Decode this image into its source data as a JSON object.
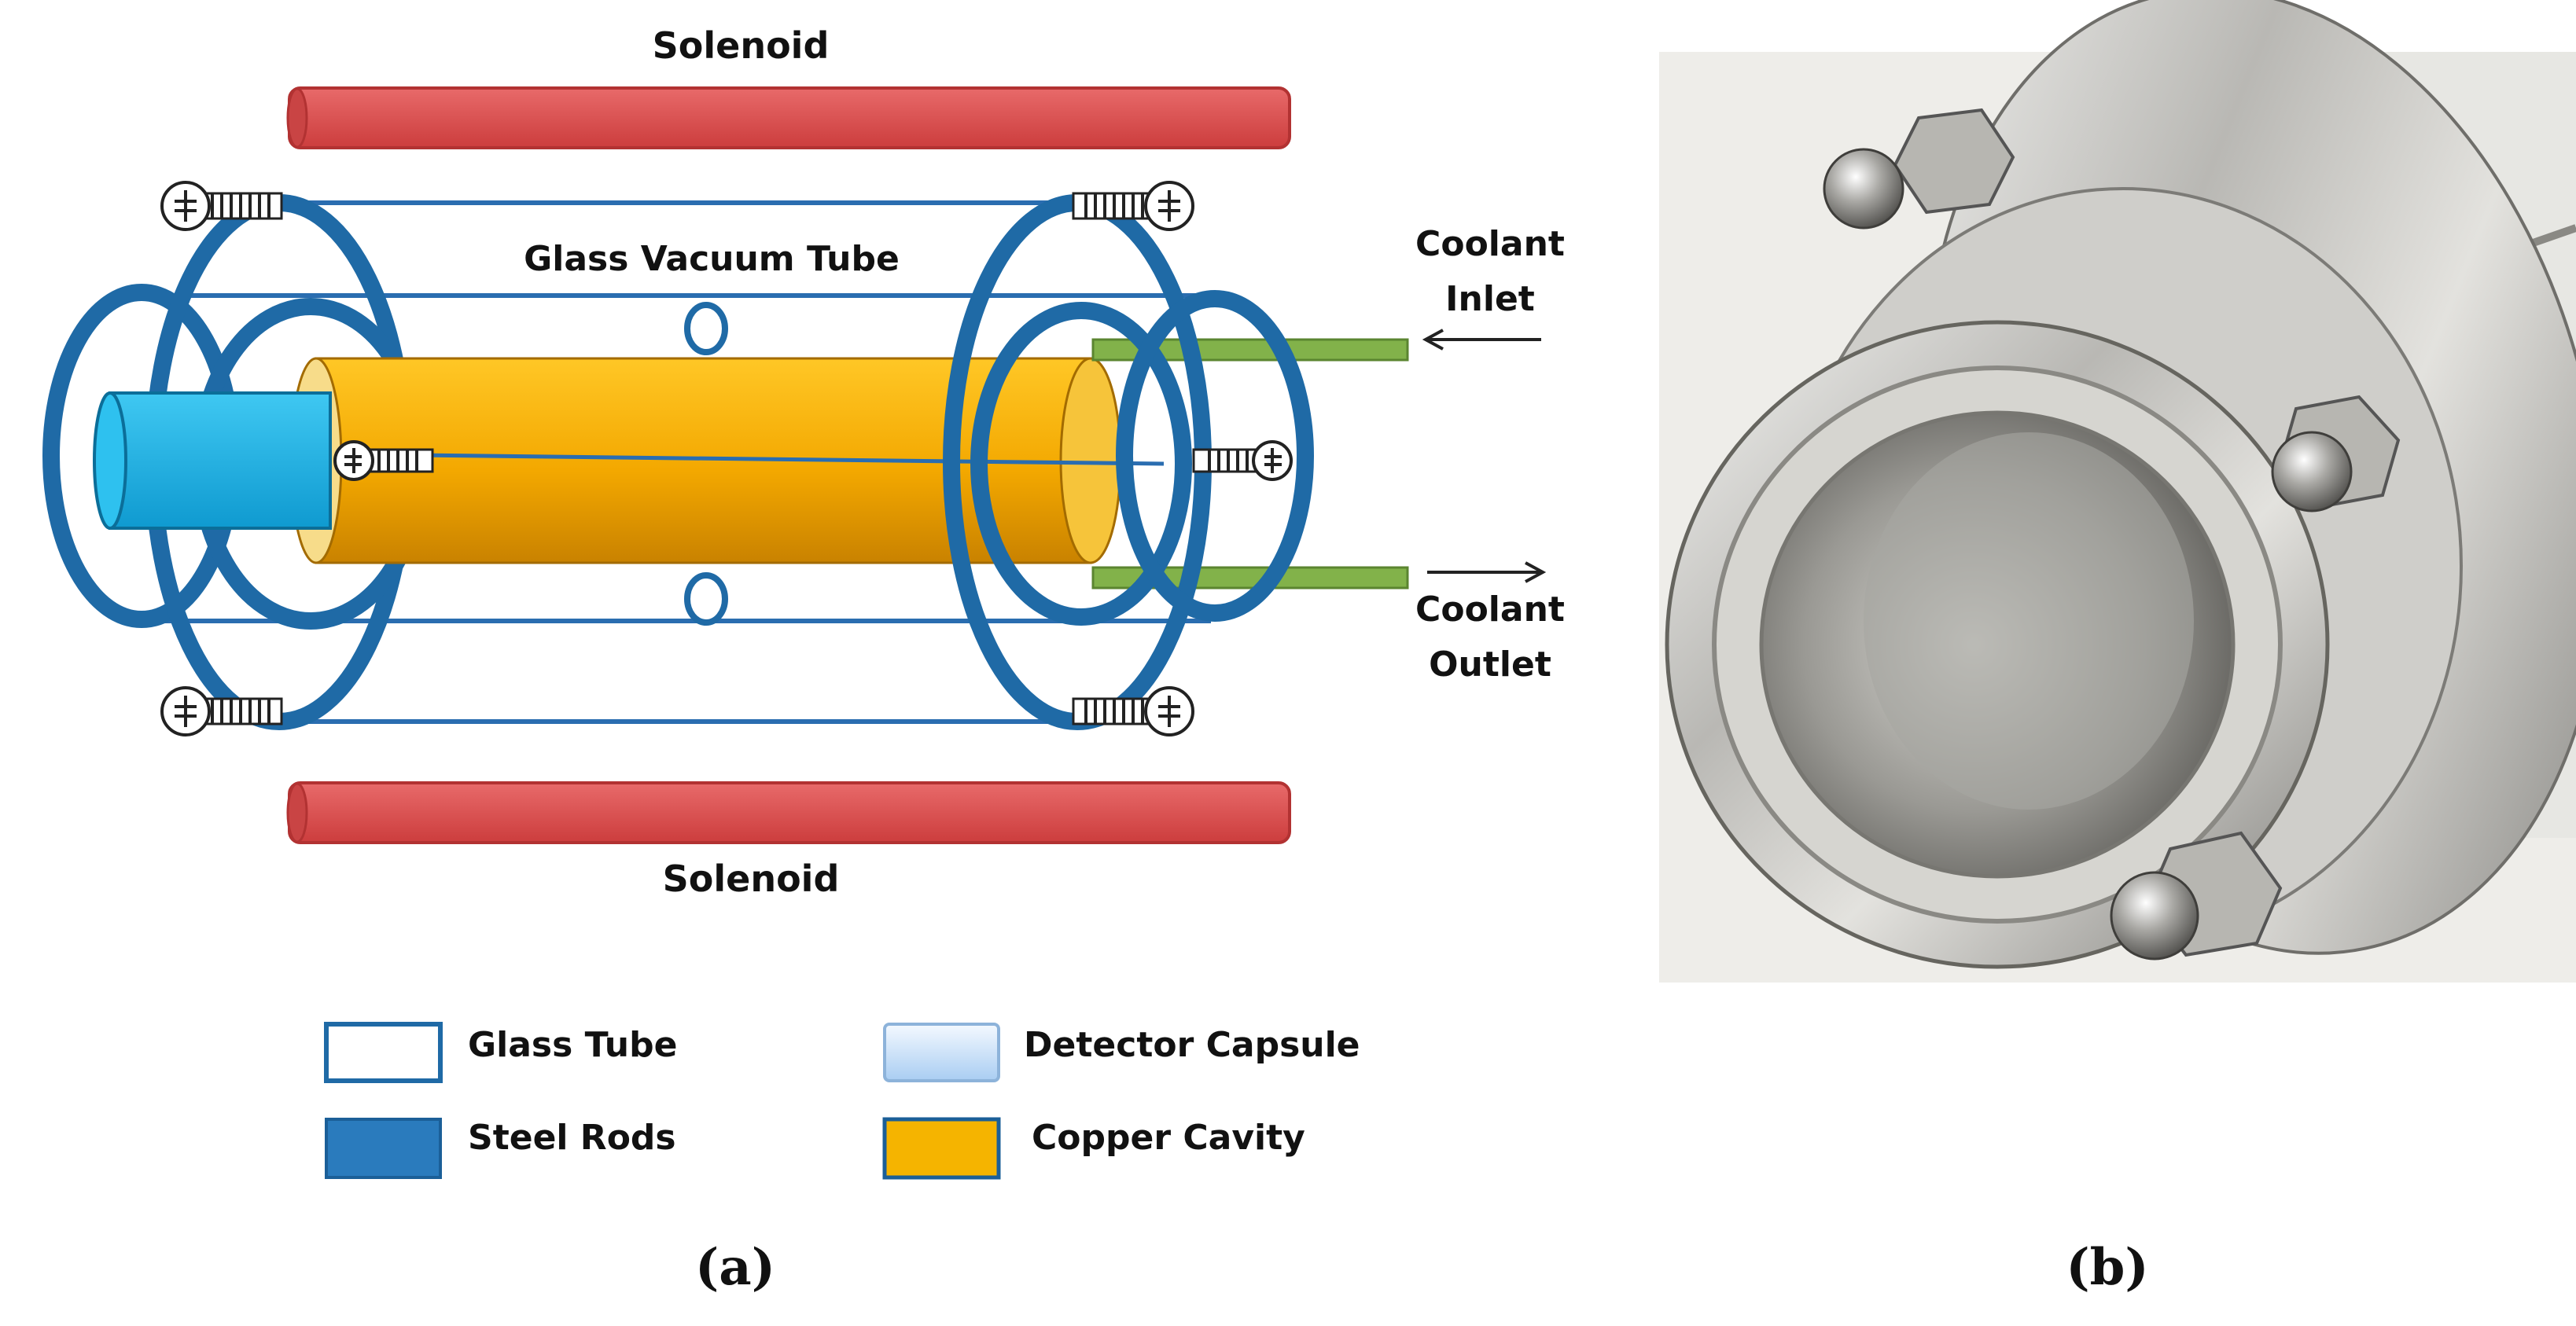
{
  "diagram": {
    "labels": {
      "solenoid_top": "Solenoid",
      "solenoid_bottom": "Solenoid",
      "glass_vacuum_tube": "Glass Vacuum Tube",
      "coolant_inlet_line1": "Coolant",
      "coolant_inlet_line2": "Inlet",
      "coolant_outlet_line1": "Coolant",
      "coolant_outlet_line2": "Outlet"
    },
    "legend": [
      {
        "label": "Glass Tube",
        "swatch": "outline",
        "color": "#1f6aa6"
      },
      {
        "label": "Detector Capsule",
        "swatch": "gradient",
        "color": "#cfe2f7"
      },
      {
        "label": "Steel Rods",
        "swatch": "fill",
        "color": "#2a7bbd"
      },
      {
        "label": "Copper Cavity",
        "swatch": "fill",
        "color": "#f5b400"
      }
    ],
    "colors": {
      "solenoid": "#e05555",
      "steel": "#2a7bbd",
      "copper": "#f5b400",
      "detector": "#1fb5ea",
      "coolant_pipe": "#7fae45",
      "glass_line": "#2a6db0"
    }
  },
  "captions": {
    "a": "(a)",
    "b": "(b)"
  },
  "photo": {
    "subject": "stainless-steel-flange-photo"
  }
}
